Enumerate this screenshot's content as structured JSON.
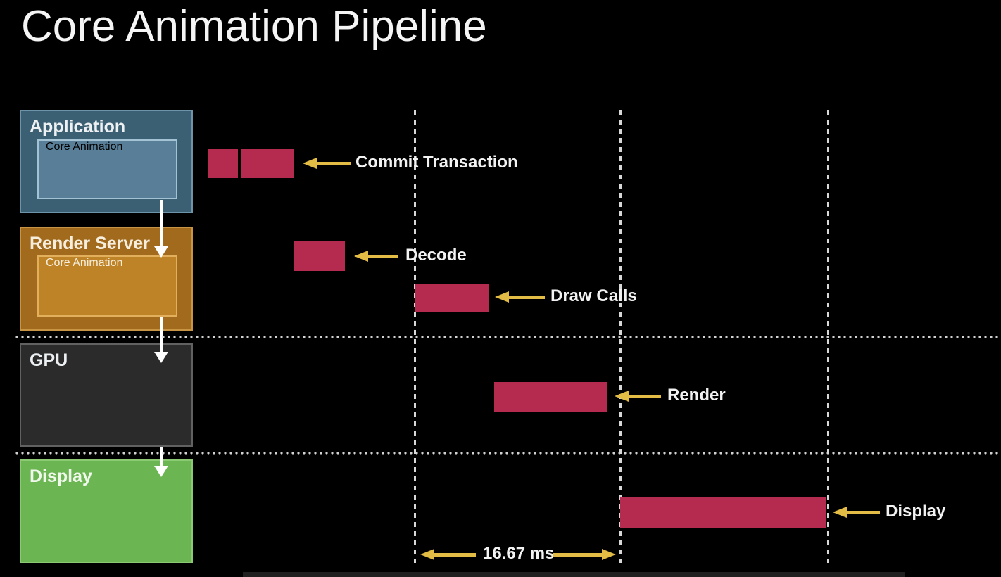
{
  "title": "Core Animation Pipeline",
  "layers": {
    "application": {
      "label": "Application",
      "sublabel": "Core Animation"
    },
    "render_server": {
      "label": "Render Server",
      "sublabel": "Core Animation"
    },
    "gpu": {
      "label": "GPU"
    },
    "display": {
      "label": "Display"
    }
  },
  "stages": {
    "commit": {
      "label": "Commit Transaction"
    },
    "decode": {
      "label": "Decode"
    },
    "draw_calls": {
      "label": "Draw Calls"
    },
    "render": {
      "label": "Render"
    },
    "display": {
      "label": "Display"
    }
  },
  "timeline": {
    "frame_interval": "16.67 ms",
    "gridline_count": 3
  },
  "colors": {
    "background": "#000000",
    "bar": "#b42b4f",
    "arrow_accent": "#e2bc45",
    "application_fill": "#3c6073",
    "application_inner_fill": "#587f97",
    "render_server_fill": "#a16a1d",
    "render_server_inner_fill": "#bf8327",
    "gpu_fill": "#2b2b2b",
    "display_fill": "#6cb553",
    "text": "#f2f2f2"
  }
}
